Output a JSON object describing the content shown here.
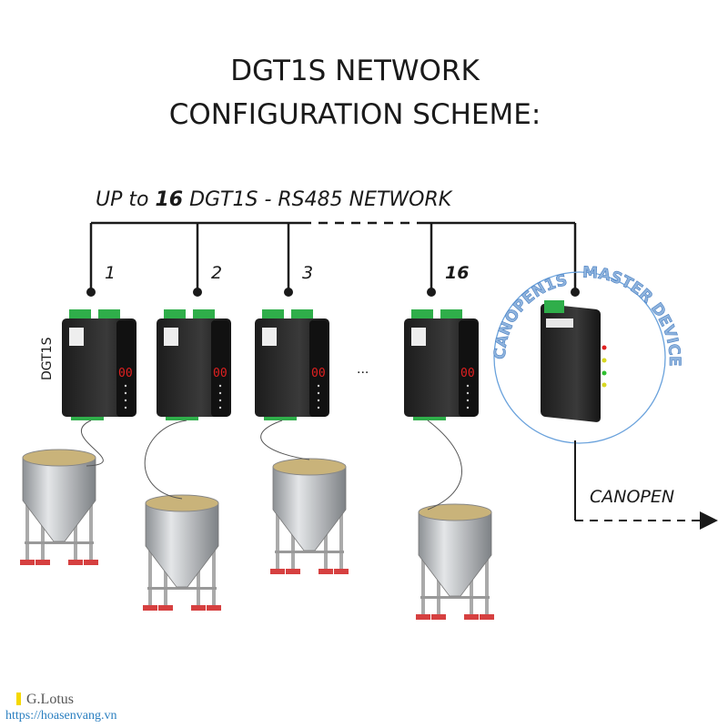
{
  "title": {
    "line1": "DGT1S NETWORK",
    "line2": "CONFIGURATION SCHEME:"
  },
  "network_label": {
    "prefix": "UP to ",
    "count": "16",
    "suffix": " DGT1S  -  RS485 NETWORK"
  },
  "device_labels": [
    "1",
    "2",
    "3",
    "16"
  ],
  "device_name": "DGT1S",
  "ellipsis": "...",
  "master": {
    "arc_left": "CANOPEN1S",
    "arc_right": "MASTER DEVICE"
  },
  "output_label": "CANOPEN",
  "footer": {
    "brand": "G.Lotus",
    "url": "https://hoasenvang.vn"
  },
  "colors": {
    "line": "#1a1a1a",
    "circle": "#6aa2dc",
    "arc_text": "#8fb4de",
    "connector": "#2fae4a",
    "device": "#2b2b2b",
    "display": "#e02020",
    "silo": "#b9bcbf",
    "load_cell": "#d64040"
  }
}
